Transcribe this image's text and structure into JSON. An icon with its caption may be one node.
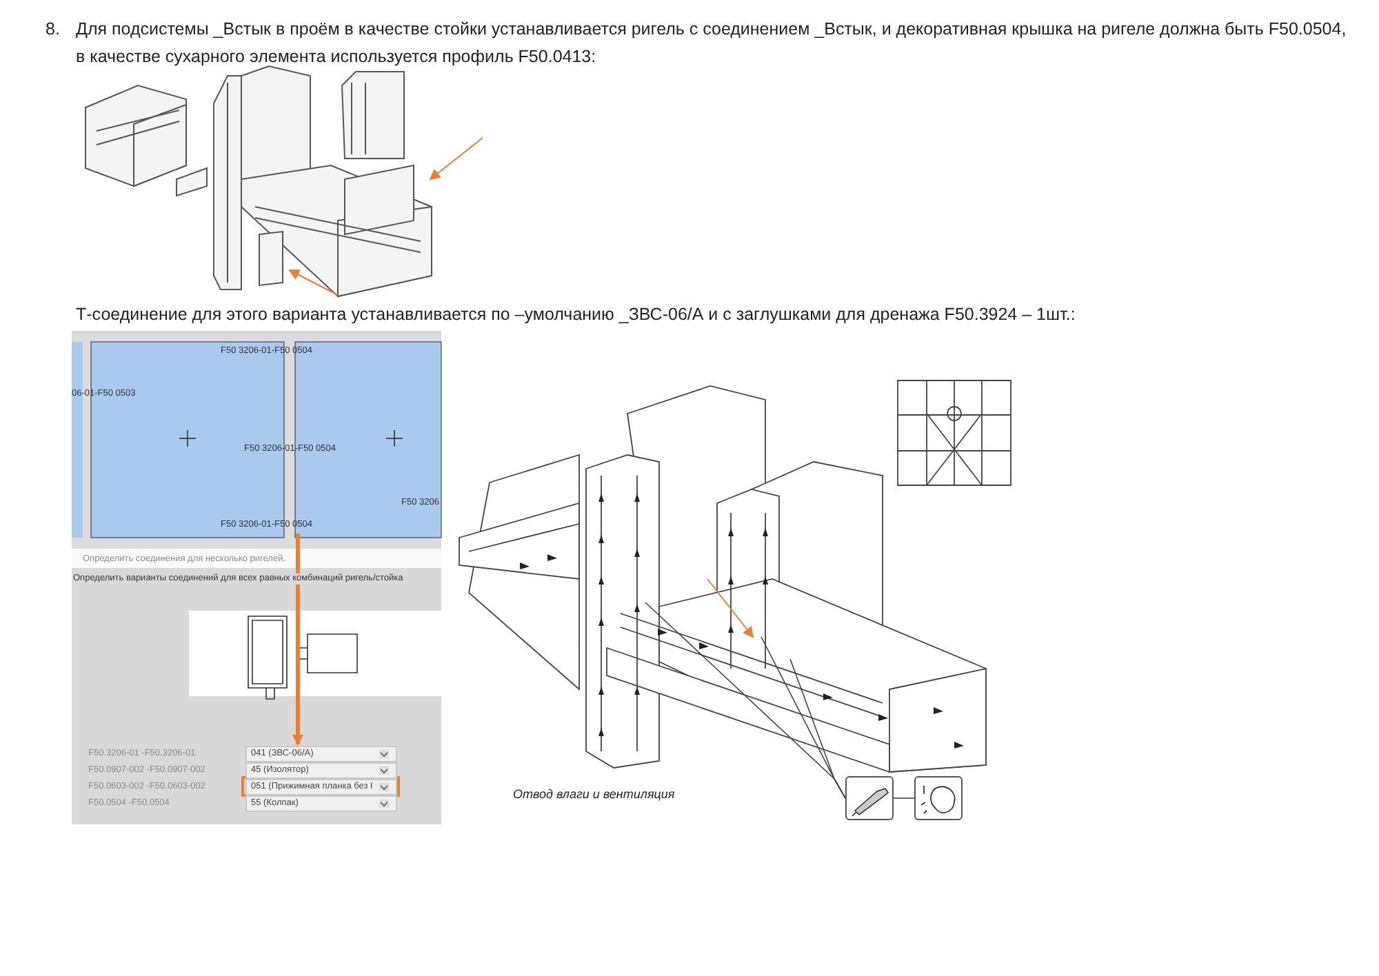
{
  "diagram": {
    "nodes": [
      {
        "text": [
          "F50 3206-01-F50 0504"
        ]
      },
      {
        "text": [
          "041 (ЗВС-06/А)"
        ]
      },
      {
        "text": [
          "45 (Изолятор)"
        ]
      },
      {
        "text": [
          "051 (Прижимная планка без I"
        ]
      },
      {
        "text": [
          "55 (Колпак)"
        ]
      },
      {
        "text": [],
        "shape": "picture"
      },
      {
        "text": [],
        "shape": "picture"
      }
    ],
    "edges": [
      {
        "from": 0,
        "to": 1,
        "arrow": "to",
        "style": "thick",
        "color": "#ed7d31"
      },
      {
        "from": null,
        "to": 5,
        "arrow": "none"
      },
      {
        "from": null,
        "to": 5,
        "arrow": "none"
      },
      {
        "from": null,
        "to": 5,
        "arrow": "none"
      },
      {
        "from": 5,
        "to": 6,
        "arrow": "none"
      }
    ],
    "labels": [
      "8.",
      "Для подсистемы _Встык в проём в качестве стойки устанавливается ригель с соединением _Встык, и декоративная крышка на ригеле должна быть F50.0504, в качестве сухарного элемента используется профиль F50.0413:",
      "Т-соединение для этого варианта устанавливается по –умолчанию _ЗВС-06/А и с заглушками для дренажа F50.3924 – 1шт.:",
      "F50 3206-01-F50 0504",
      "06-01-F50 0503",
      "F50 3206-01-F50 0504",
      "F50 3206",
      "Определить соединения для несколько ригелей.",
      "Определить варианты соединений для всех равных комбинаций ригель/стойка",
      "F50.3206-01 -F50.3206-01",
      "F50.0907-002 -F50.0907-002",
      "F50.0603-002 -F50.0603-002",
      "F50.0504 -F50.0504",
      "Отвод влаги и вентиляция"
    ]
  }
}
